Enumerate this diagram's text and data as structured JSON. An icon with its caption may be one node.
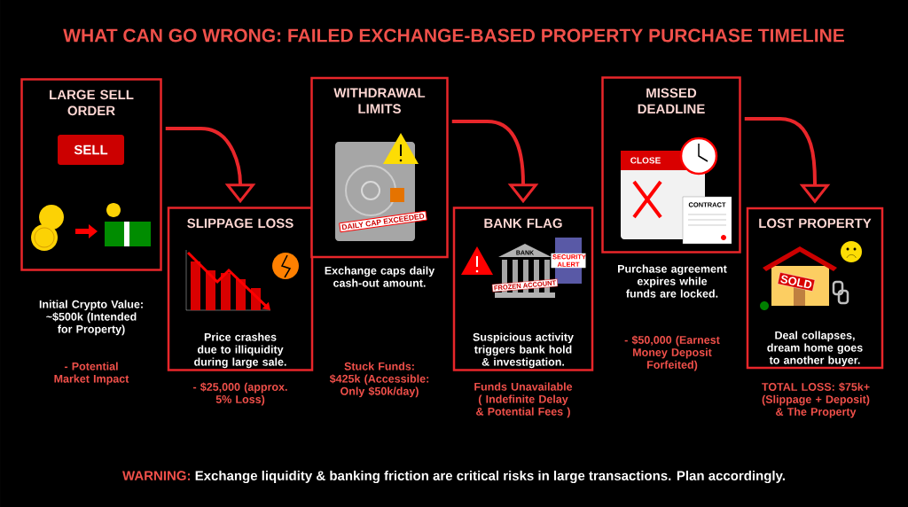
{
  "diagram": {
    "title": "WHAT CAN GO WRONG: FAILED EXCHANGE-BASED PROPERTY PURCHASE TIMELINE",
    "nodes": [
      {
        "text": [
          "LARGE SELL ORDER"
        ]
      },
      {
        "text": [
          "SLIPPAGE LOSS",
          "Price crashes due to illiquidity during large sale."
        ],
        "beside": [
          "- $25,000 (approx. 5% Loss)"
        ]
      },
      {
        "text": [
          "WITHDRAWAL LIMITS"
        ],
        "beside": [
          "Exchange caps daily cash-out amount."
        ]
      },
      {
        "text": [
          "BANK FLAG",
          "Suspicious activity triggers bank hold & investigation."
        ],
        "beside": [
          "Funds Unavailable ( Indefinite Delay & Potential Fees )"
        ]
      },
      {
        "text": [
          "MISSED DEADLINE"
        ],
        "beside": [
          "Purchase agreement expires while funds are locked."
        ]
      },
      {
        "text": [
          "LOST PROPERTY",
          "Deal collapses, dream home goes to another buyer."
        ],
        "beside": [
          "TOTAL LOSS: $75k+ (Slippage + Deposit) & The Property"
        ]
      }
    ],
    "edges": [
      {
        "from": 0,
        "to": 1,
        "arrow": "to"
      },
      {
        "from": 2,
        "to": 3,
        "arrow": "to"
      },
      {
        "from": 4,
        "to": 5,
        "arrow": "to"
      }
    ],
    "labels": [
      "SELL",
      "DAILY CAP EXCEEDED",
      "BANK",
      "SECURITY ALERT",
      "FROZEN ACCOUNT",
      "CLOSE",
      "CONTRACT",
      "SOLD",
      "Initial Crypto Value: ~$500k (Intended for Property)",
      "- Potential Market Impact",
      "Stuck Funds: $425k (Accessible: Only $50k/day)",
      "- $50,000 (Earnest Money Deposit Forfeited)",
      "WARNING:",
      "Exchange liquidity & banking friction are critical risks in large transactions. Plan accordingly."
    ]
  }
}
